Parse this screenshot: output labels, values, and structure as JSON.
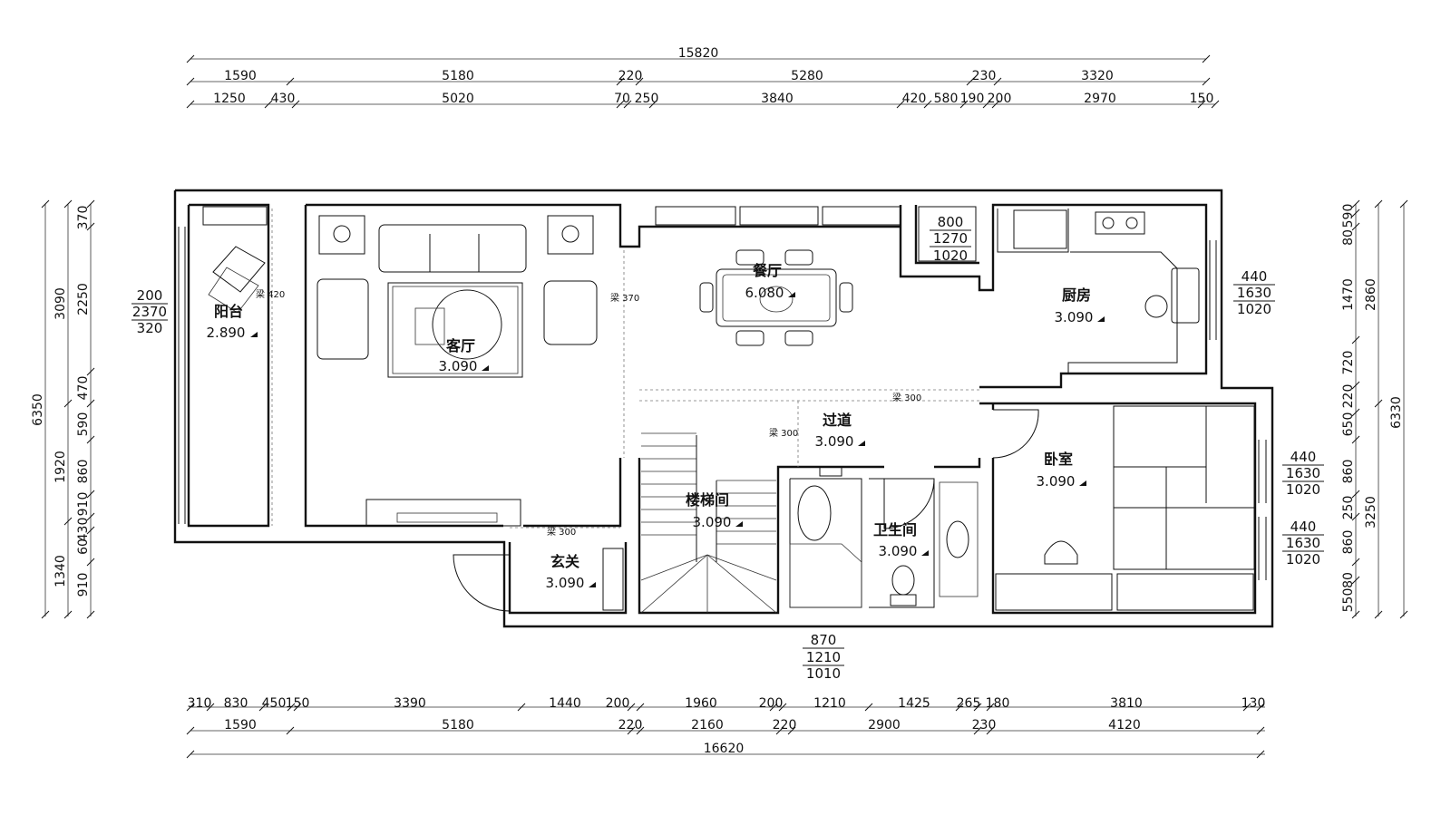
{
  "dimensions": {
    "top": {
      "total": "15820",
      "row1": [
        "1590",
        "5180",
        "220",
        "5280",
        "230",
        "3320"
      ],
      "row2": [
        "1250",
        "430",
        "5020",
        "70",
        "250",
        "3840",
        "420",
        "580",
        "190",
        "200",
        "2970",
        "150"
      ]
    },
    "bottom": {
      "row1": [
        "310",
        "830",
        "450",
        "150",
        "3390",
        "1440",
        "200",
        "1960",
        "200",
        "1210",
        "1425",
        "265",
        "180",
        "3810",
        "130"
      ],
      "row2": [
        "1590",
        "5180",
        "220",
        "2160",
        "220",
        "2900",
        "230",
        "4120"
      ],
      "total": "16620"
    },
    "left": {
      "total": "6350",
      "row1": [
        "3090",
        "1920",
        "1340"
      ],
      "row2": [
        "370",
        "2250",
        "470",
        "590",
        "860",
        "910",
        "430",
        "60",
        "910"
      ]
    },
    "right": {
      "total": "6330",
      "row1": [
        "2860",
        "3250"
      ],
      "row2": [
        "590",
        "80",
        "1470",
        "720",
        "220",
        "650",
        "860",
        "250",
        "860",
        "80",
        "550"
      ]
    }
  },
  "rooms": [
    {
      "key": "balcony",
      "name": "阳台",
      "elevation": "2.890"
    },
    {
      "key": "living",
      "name": "客厅",
      "elevation": "3.090"
    },
    {
      "key": "dining",
      "name": "餐厅",
      "elevation": "6.080"
    },
    {
      "key": "kitchen",
      "name": "厨房",
      "elevation": "3.090"
    },
    {
      "key": "corridor",
      "name": "过道",
      "elevation": "3.090"
    },
    {
      "key": "stair",
      "name": "楼梯间",
      "elevation": "3.090"
    },
    {
      "key": "bath",
      "name": "卫生间",
      "elevation": "3.090"
    },
    {
      "key": "bedroom",
      "name": "卧室",
      "elevation": "3.090"
    },
    {
      "key": "entry",
      "name": "玄关",
      "elevation": "3.090"
    }
  ],
  "beams": [
    {
      "key": "living_balcony",
      "label": "梁 420"
    },
    {
      "key": "living_dining",
      "label": "梁 370"
    },
    {
      "key": "corridor_top",
      "label": "梁 300"
    },
    {
      "key": "corridor_left",
      "label": "梁 300"
    },
    {
      "key": "entry",
      "label": "梁 300"
    }
  ],
  "windows": [
    {
      "key": "balcony",
      "head": "200",
      "height": "2370",
      "sill": "320"
    },
    {
      "key": "dining",
      "head": "800",
      "height": "1270",
      "sill": "1020"
    },
    {
      "key": "kitchen",
      "head": "440",
      "height": "1630",
      "sill": "1020"
    },
    {
      "key": "bedroom_upper",
      "head": "440",
      "height": "1630",
      "sill": "1020"
    },
    {
      "key": "bedroom_lower",
      "head": "440",
      "height": "1630",
      "sill": "1020"
    },
    {
      "key": "entrance_door",
      "head": "870",
      "height": "1210",
      "sill": "1010"
    }
  ],
  "colors": {
    "line": "#111111",
    "background": "#ffffff",
    "dim_line": "#333333"
  }
}
